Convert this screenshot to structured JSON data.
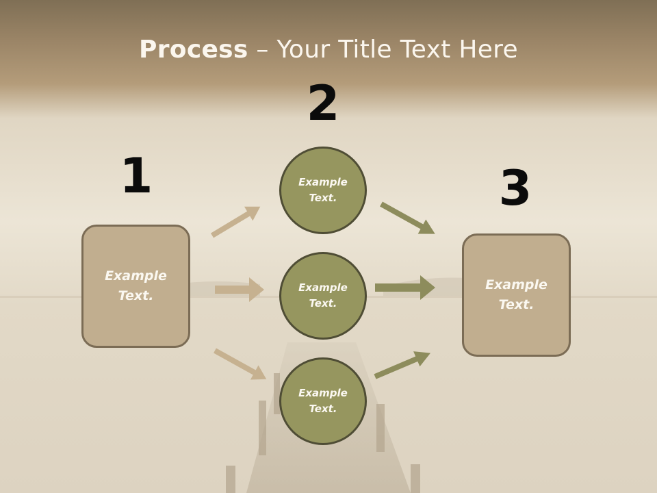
{
  "title": {
    "bold": "Process",
    "rest": " – Your Title Text Here"
  },
  "steps": [
    "1",
    "2",
    "3"
  ],
  "left_box": {
    "line1": "Example",
    "line2": "Text."
  },
  "circles": [
    {
      "line1": "Example",
      "line2": "Text."
    },
    {
      "line1": "Example",
      "line2": "Text."
    },
    {
      "line1": "Example",
      "line2": "Text."
    }
  ],
  "right_box": {
    "line1": "Example",
    "line2": "Text."
  },
  "colors": {
    "box": "#c1ae8f",
    "circle": "#96965f",
    "arrow_left": "#c6b190",
    "arrow_right": "#8d8c5c",
    "header": "#a08a66"
  }
}
